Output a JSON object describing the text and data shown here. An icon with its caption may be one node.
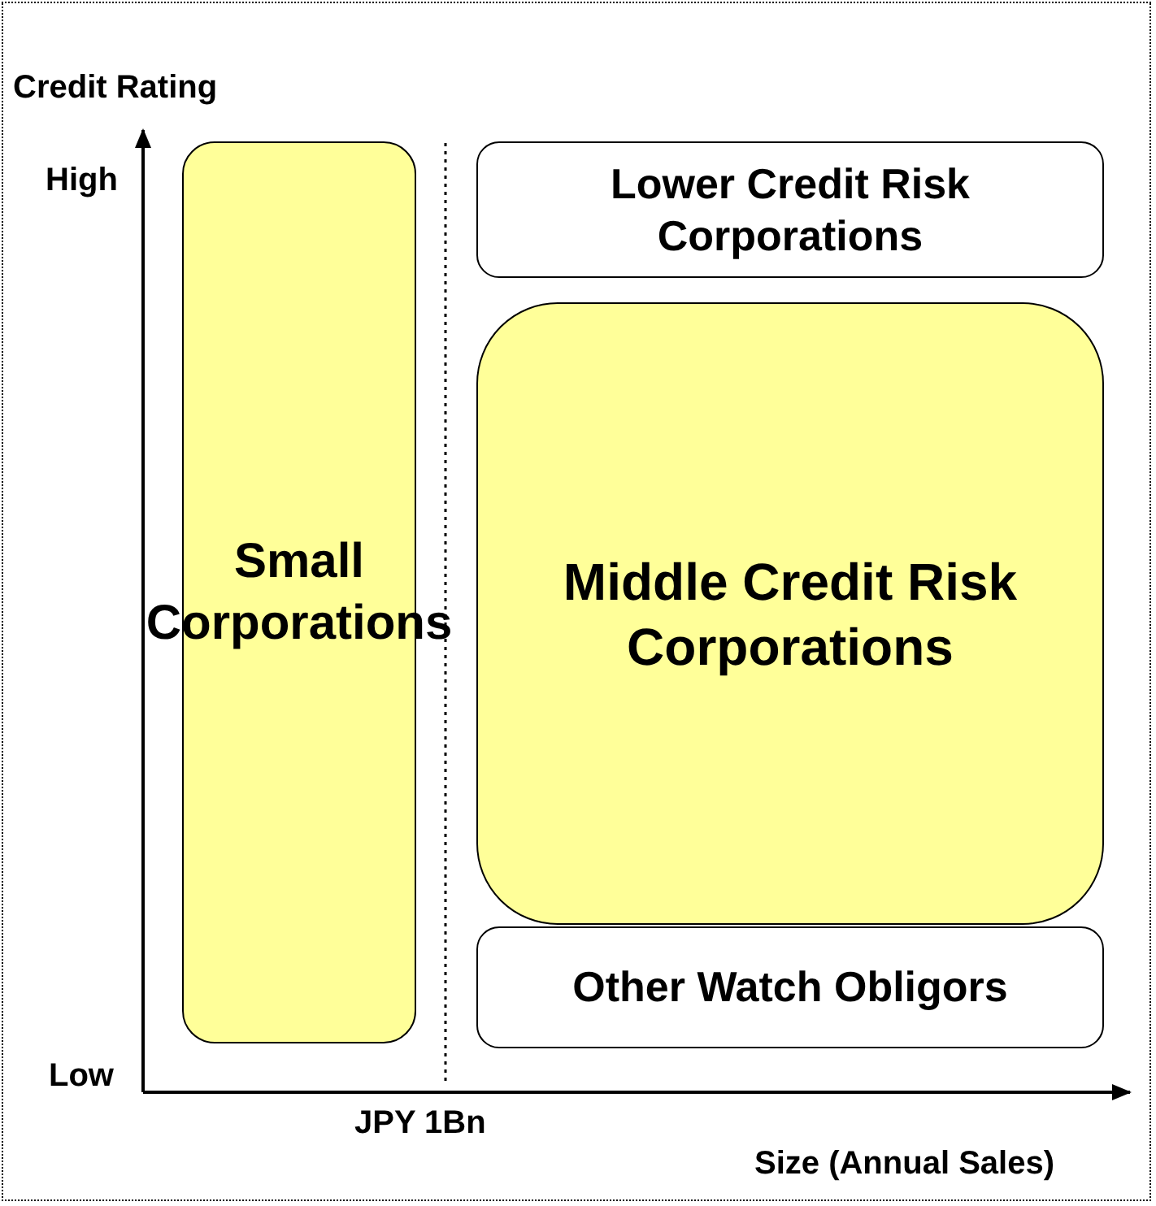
{
  "diagram": {
    "nodes": [
      {
        "text": [
          "Small Corporations"
        ]
      },
      {
        "text": [
          "Lower Credit Risk Corporations"
        ]
      },
      {
        "text": [
          "Middle Credit Risk Corporations"
        ]
      },
      {
        "text": [
          "Other Watch Obligors"
        ]
      }
    ],
    "labels": [
      "Credit Rating",
      "High",
      "Low",
      "JPY 1Bn",
      "Size (Annual Sales)"
    ]
  }
}
